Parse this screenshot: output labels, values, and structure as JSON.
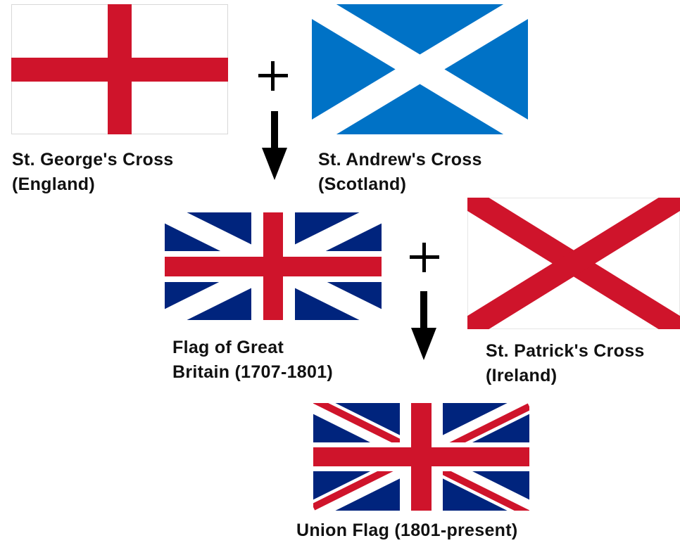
{
  "colors": {
    "red": "#cf142b",
    "navy": "#00247d",
    "saltire_blue": "#0072c6",
    "white": "#ffffff",
    "black": "#000000"
  },
  "flags": {
    "st_george": {
      "line1": "St. George's Cross",
      "line2": "(England)"
    },
    "st_andrew": {
      "line1": "St. Andrew's Cross",
      "line2": "(Scotland)"
    },
    "great_britain": {
      "line1": "Flag of Great",
      "line2": "Britain (1707-1801)"
    },
    "st_patrick": {
      "line1": "St. Patrick's Cross",
      "line2": "(Ireland)"
    },
    "union": {
      "line1": "Union Flag (1801-present)"
    }
  }
}
